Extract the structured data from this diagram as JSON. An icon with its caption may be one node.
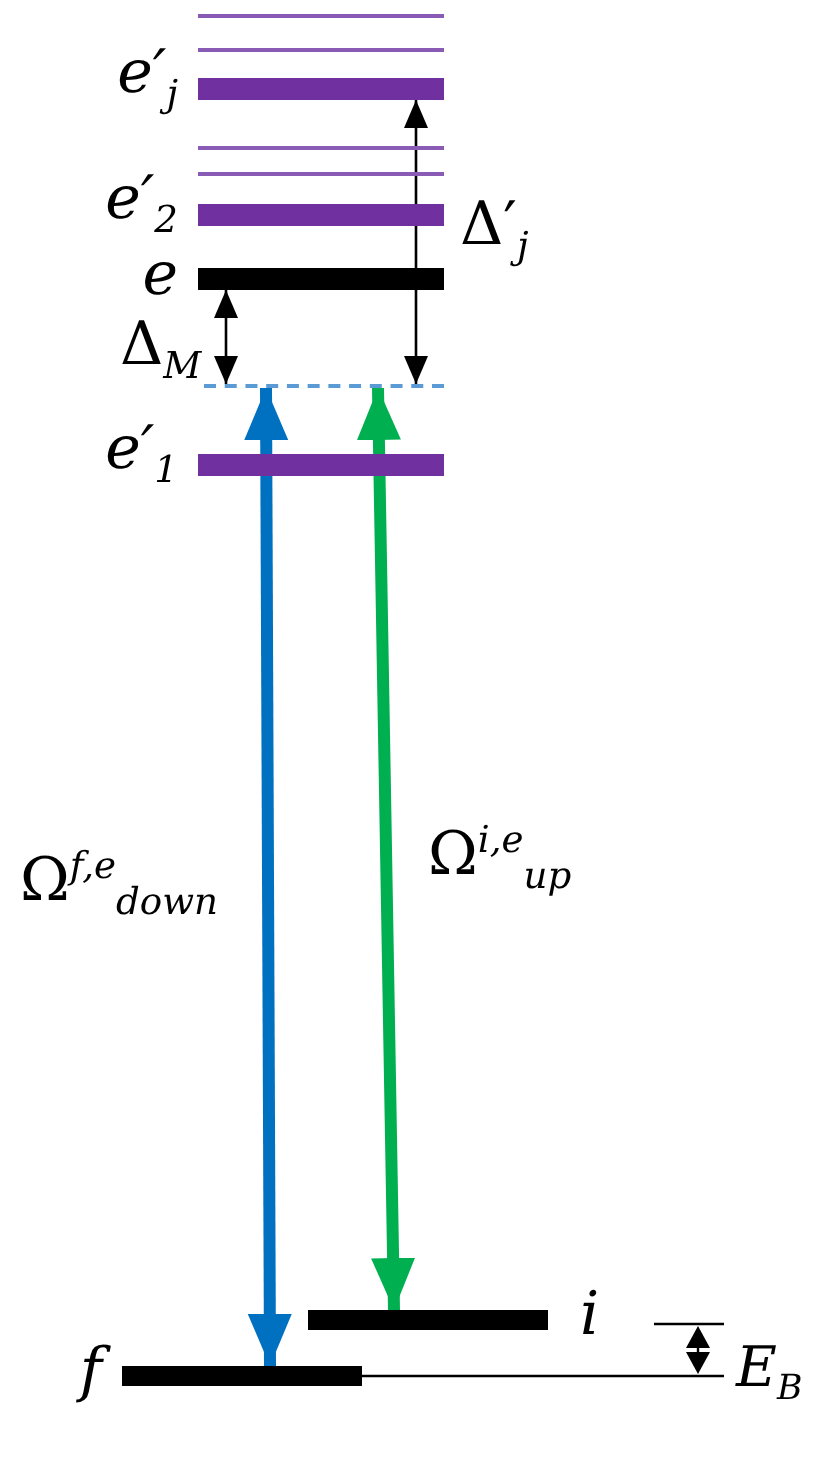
{
  "diagram": {
    "nodes": [
      {
        "text": [
          "e′$_{j}$"
        ]
      },
      {
        "text": [
          "e′$_{2}$"
        ]
      },
      {
        "text": [
          "e"
        ]
      },
      {
        "text": [],
        "shape": "bar"
      },
      {
        "text": [
          "e′$_{1}$"
        ]
      },
      {
        "text": [
          "i"
        ]
      },
      {
        "text": [
          "f"
        ]
      }
    ],
    "edges": [
      {
        "from": 6,
        "to": 3,
        "arrow": "both",
        "label": "Ω$^{f,e}$$_{down}$",
        "style": "thick",
        "color": "#0070c0"
      },
      {
        "from": 5,
        "to": 3,
        "arrow": "both",
        "label": "Ω$^{i,e}$$_{up}$",
        "style": "thick",
        "color": "#00b050"
      },
      {
        "from": 2,
        "to": 3,
        "arrow": "both",
        "label": "Δ$_{M}$"
      },
      {
        "from": 0,
        "to": 3,
        "arrow": "both",
        "label": "Δ′$_{j}$"
      }
    ],
    "labels": [
      "E$_{B}$"
    ]
  }
}
